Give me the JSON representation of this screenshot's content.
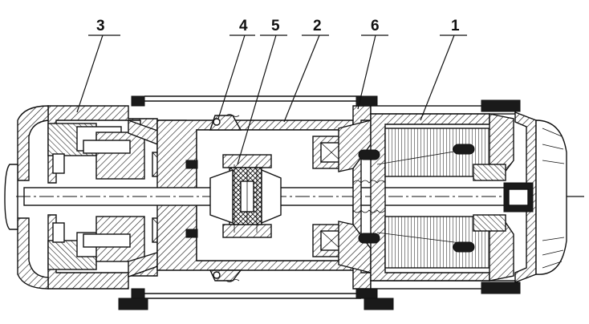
{
  "callouts": [
    {
      "id": "c3",
      "label": "3"
    },
    {
      "id": "c4",
      "label": "4"
    },
    {
      "id": "c5",
      "label": "5"
    },
    {
      "id": "c2",
      "label": "2"
    },
    {
      "id": "c6",
      "label": "6"
    },
    {
      "id": "c1",
      "label": "1"
    }
  ]
}
